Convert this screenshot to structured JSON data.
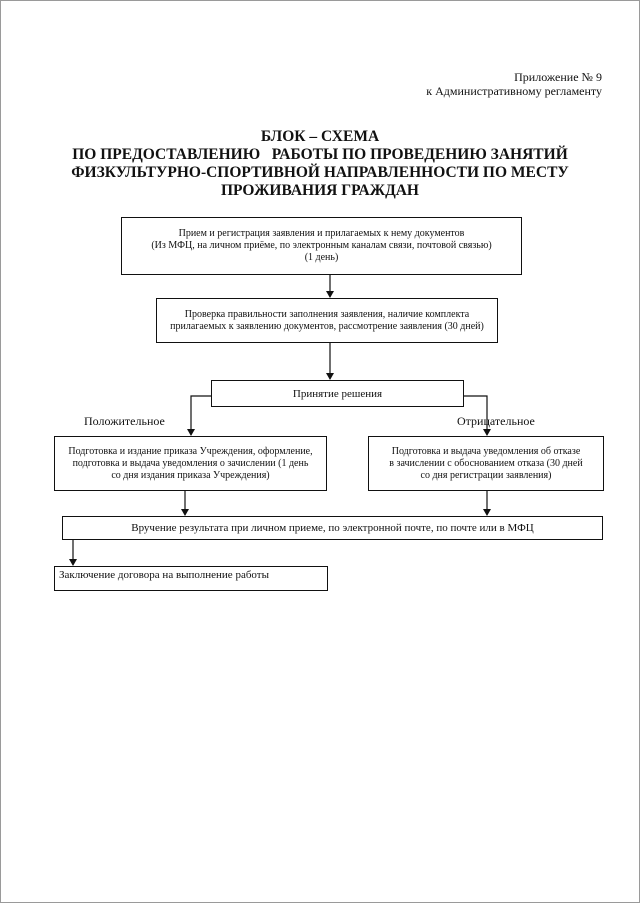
{
  "appendix": {
    "line1": "Приложение № 9",
    "line2": "к Административному регламенту"
  },
  "title": {
    "line1": "БЛОК – СХЕМА",
    "line2": "ПО ПРЕДОСТАВЛЕНИЮ   РАБОТЫ ПО ПРОВЕДЕНИЮ ЗАНЯТИЙ",
    "line3": "ФИЗКУЛЬТУРНО-СПОРТИВНОЙ НАПРАВЛЕННОСТИ ПО МЕСТУ",
    "line4": "ПРОЖИВАНИЯ ГРАЖДАН"
  },
  "steps": {
    "reception": {
      "line1": "Прием и регистрация заявления и прилагаемых к нему документов",
      "line2": "(Из МФЦ, на личном приёме, по электронным каналам связи, почтовой связью)",
      "line3": "(1 день)"
    },
    "check": {
      "line1": "Проверка правильности заполнения заявления, наличие комплекта",
      "line2": "прилагаемых к заявлению документов, рассмотрение заявления (30 дней)"
    },
    "decision": {
      "label": "Принятие решения"
    },
    "positive_label": "Положительное",
    "negative_label": "Отрицательное",
    "positive": {
      "line1": "Подготовка и издание приказа Учреждения, оформление,",
      "line2": "подготовка и выдача уведомления о зачислении (1 день",
      "line3": "со дня издания приказа Учреждения)"
    },
    "negative": {
      "line1": "Подготовка и выдача уведомления об отказе",
      "line2": "в зачислении с обоснованием отказа (30 дней",
      "line3": "со дня регистрации заявления)"
    },
    "delivery": {
      "label": "Вручение результата при личном приеме, по электронной почте, по почте или в МФЦ"
    },
    "contract": {
      "label": "Заключение договора на выполнение работы"
    }
  }
}
